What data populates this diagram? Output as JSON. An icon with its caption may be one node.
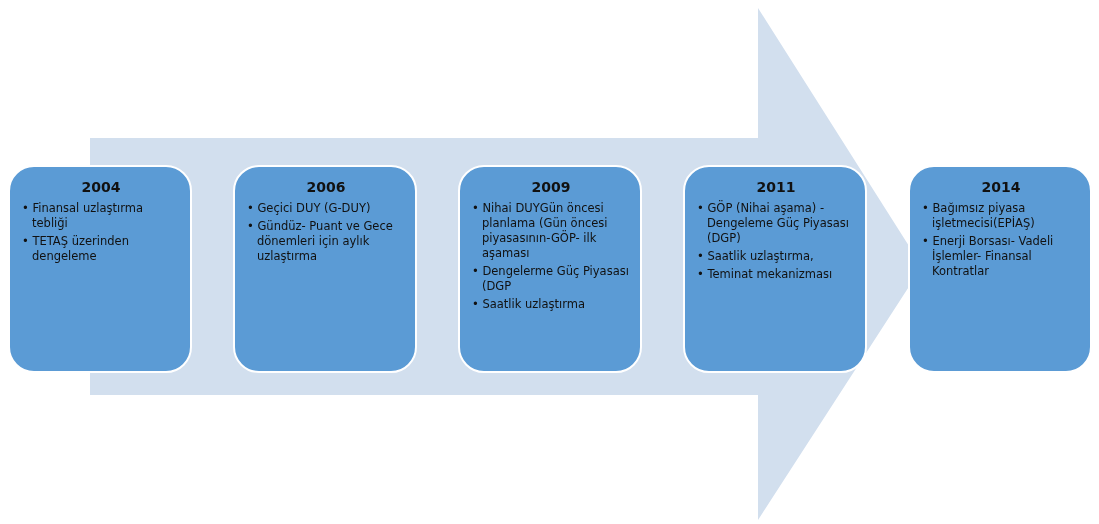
{
  "diagram": {
    "nodes": [
      {
        "text": [
          "2004",
          "• Finansal uzlaştırma tebliği",
          "•  TETAŞ üzerinden dengeleme"
        ]
      },
      {
        "text": [
          "2006",
          "• Geçici DUY (G-DUY)",
          "• Gündüz- Puant ve Gece dönemleri için aylık uzlaştırma"
        ]
      },
      {
        "text": [
          "2009",
          "• Nihai DUYGün öncesi planlama (Gün öncesi piyasasının-GÖP- ilk aşaması",
          "• Dengelerme Güç Piyasası (DGP",
          "• Saatlik uzlaştırma"
        ]
      },
      {
        "text": [
          "2011",
          "• GÖP (Nihai aşama) - Dengeleme Güç Piyasası (DGP)",
          "• Saatlik uzlaştırma,",
          "• Teminat mekanizması"
        ]
      },
      {
        "text": [
          "2014",
          "• Bağımsız piyasa işletmecisi(EPİAŞ)",
          "• Enerji Borsası- Vadeli İşlemler- Finansal Kontratlar"
        ]
      }
    ],
    "edges": [
      {
        "from": 0,
        "to": 4,
        "arrow": "to",
        "style": "thick"
      }
    ]
  }
}
